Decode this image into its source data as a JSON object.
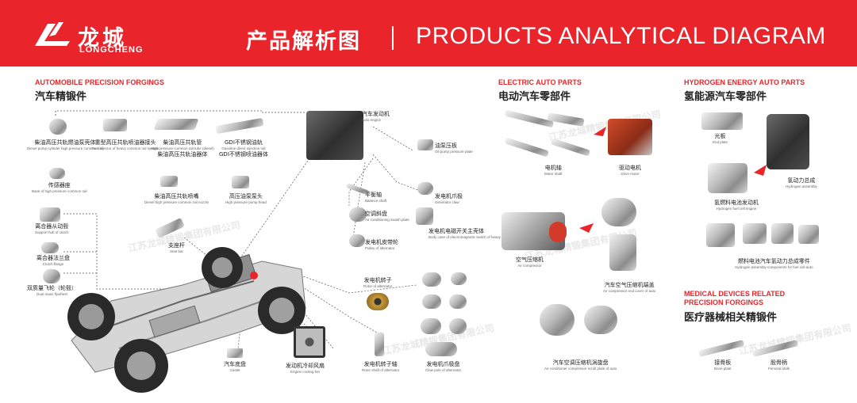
{
  "header": {
    "logo_cn": "龙城",
    "logo_en": "LONGCHENG",
    "title_cn": "产品解析图",
    "title_en": "PRODUCTS ANALYTICAL DIAGRAM"
  },
  "watermark": "江苏龙城精锻集团有限公司",
  "sections": {
    "forgings": {
      "en": "AUTOMOBILE PRECISION FORGINGS",
      "cn": "汽车精锻件"
    },
    "electric": {
      "en": "ELECTRIC AUTO PARTS",
      "cn": "电动汽车零部件"
    },
    "hydrogen": {
      "en": "HYDROGEN ENERGY AUTO PARTS",
      "cn": "氢能源汽车零部件"
    },
    "medical": {
      "en_line1": "MEDICAL DEVICES RELATED",
      "en_line2": "PRECISION FORGINGS",
      "cn": "医疗器械相关精锻件"
    }
  },
  "parts": {
    "pump_housing": {
      "cn": "柴油高压共轨燃油泵壳体",
      "en": "Diesel pump cylinder high pressure common rail"
    },
    "joint": {
      "cn": "重型高压共轨喷油器接头",
      "en": "Fuel injector of heavy common rail system"
    },
    "rail_tube": {
      "cn_1": "柴油高压共轨管",
      "cn_2": "柴油高压共轨油器体",
      "en": "High pressure common rail tube (diesel)"
    },
    "gdi": {
      "cn_1": "GDI不锈钢油轨",
      "cn_2": "GDI不锈钢喷油器体",
      "en": "Gasoline direct injection rail"
    },
    "bearing_seat": {
      "cn": "柴油高压共轨喷嘴",
      "en": "Diesel high pressure common rail nozzle"
    },
    "pump_head": {
      "cn": "高压油泵泵头",
      "en": "High pressure pump head"
    },
    "sensor_seat": {
      "cn": "传感器座",
      "en": "Base of high pressure common rail"
    },
    "hub": {
      "cn": "离合器从动毂",
      "en": "Support hub of clutch"
    },
    "flange": {
      "cn": "离合器法兰盘",
      "en": "Clutch flange"
    },
    "flywheel": {
      "cn": "双质量飞轮（轮毂）",
      "en": "Dual mass flywheel"
    },
    "bracket": {
      "cn": "支座杆",
      "en": "Seat bar"
    },
    "engine": {
      "cn": "汽车发动机",
      "en": "Auto engine"
    },
    "oil_plate": {
      "cn": "油泵压板",
      "en": "Oil pump pressure plate"
    },
    "balance_shaft": {
      "cn": "平衡轴",
      "en": "Balance shaft"
    },
    "generator_pulley": {
      "cn": "发电机爪极",
      "en": "Generator claw"
    },
    "ac_plate": {
      "cn": "空调斜盘",
      "en": "Air conditioning swash plate"
    },
    "starter": {
      "cn": "发电机电磁开关主壳体",
      "en": "Body case of electromagnetic switch of heavy truck starter"
    },
    "pulley": {
      "cn": "发电机皮带轮",
      "en": "Pulley of alternator"
    },
    "rotor": {
      "cn": "发电机转子",
      "en": "Rotor of alternator"
    },
    "rotor_shaft": {
      "cn": "发电机转子轴",
      "en": "Rotor shaft of alternator"
    },
    "claw_pole": {
      "cn": "发电机爪极盘",
      "en": "Claw pole of alternator"
    },
    "fan": {
      "cn": "发动机冷却风扇",
      "en": "Engine cooling fan"
    },
    "socket": {
      "cn": "汽车底盘",
      "en": "Castle"
    },
    "motor_shaft": {
      "cn": "电机轴",
      "en": "Motor shaft"
    },
    "drive_motor": {
      "cn": "驱动电机",
      "en": "Drive motor"
    },
    "compressor": {
      "cn": "空气压缩机",
      "en": "Air compressor"
    },
    "compressor_end": {
      "cn": "汽车空气压缩机端盖",
      "en": "Air compressor end cover of auto"
    },
    "scroll": {
      "cn": "汽车空调压缩机涡旋盘",
      "en": "Air conditioner compressor scroll plate of auto"
    },
    "end_plate": {
      "cn": "光板",
      "en": "End plate"
    },
    "power_assembly": {
      "cn": "氢动力总成",
      "en": "Hydrogen assembly"
    },
    "fuel_cell": {
      "cn": "氢燃料电池发动机",
      "en": "Hydrogen fuel cell engine"
    },
    "fc_parts": {
      "cn": "燃料电池汽车氢动力总成零件",
      "en": "Hydrogen assembly components for fuel cell auto"
    },
    "bone_plate": {
      "cn": "接骨板",
      "en": "Bone plate"
    },
    "femoral": {
      "cn": "股骨柄",
      "en": "Femoral stalk"
    }
  }
}
